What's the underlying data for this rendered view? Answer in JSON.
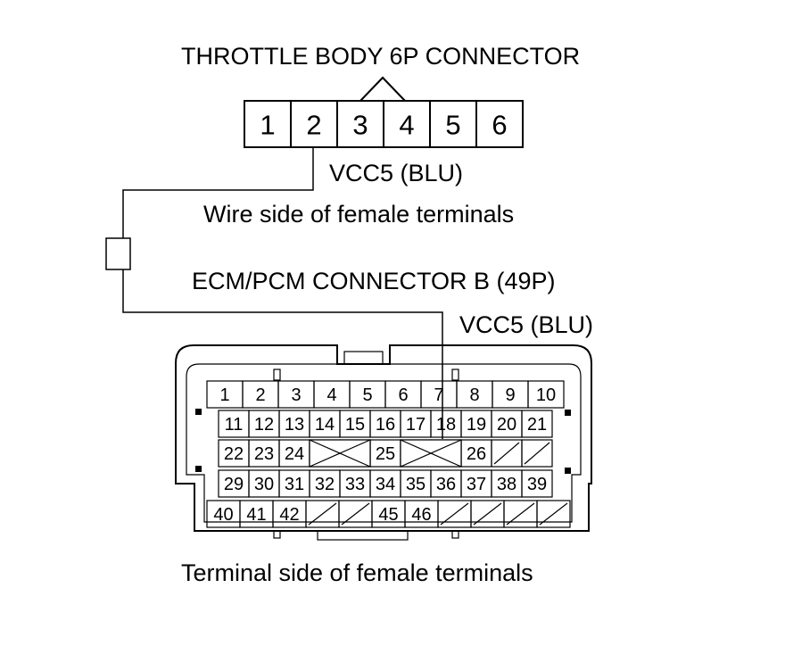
{
  "throttle_connector": {
    "title": "THROTTLE BODY 6P CONNECTOR",
    "pins": [
      "1",
      "2",
      "3",
      "4",
      "5",
      "6"
    ],
    "wire_label": "VCC5 (BLU)",
    "view_label": "Wire side of female terminals"
  },
  "ecm_connector": {
    "title": "ECM/PCM CONNECTOR B (49P)",
    "wire_label": "VCC5 (BLU)",
    "view_label": "Terminal side of female terminals",
    "rows": [
      [
        "1",
        "2",
        "3",
        "4",
        "5",
        "6",
        "7",
        "8",
        "9",
        "10"
      ],
      [
        "11",
        "12",
        "13",
        "14",
        "15",
        "16",
        "17",
        "18",
        "19",
        "20",
        "21"
      ],
      [
        "22",
        "23",
        "24",
        "",
        "",
        "25",
        "",
        "",
        "26",
        "",
        ""
      ],
      [
        "29",
        "30",
        "31",
        "32",
        "33",
        "34",
        "35",
        "36",
        "37",
        "38",
        "39"
      ],
      [
        "40",
        "41",
        "42",
        "",
        "",
        "45",
        "46",
        "",
        "",
        "",
        ""
      ]
    ]
  }
}
